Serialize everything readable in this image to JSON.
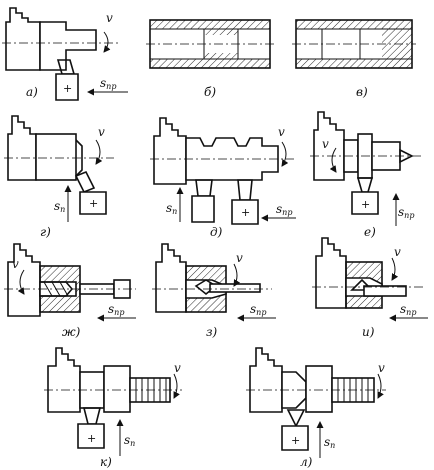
{
  "panels": [
    {
      "id": "a",
      "caption": "а)",
      "speed": "v",
      "feed": "s",
      "feed_sub": "пр"
    },
    {
      "id": "b",
      "caption": "б)"
    },
    {
      "id": "v",
      "caption": "в)"
    },
    {
      "id": "g",
      "caption": "г)",
      "speed": "v",
      "feed": "s",
      "feed_sub": "п"
    },
    {
      "id": "d",
      "caption": "д)",
      "speed": "v",
      "feed": "s",
      "feed_sub": "п",
      "feed2": "s",
      "feed2_sub": "пр"
    },
    {
      "id": "e",
      "caption": "е)",
      "speed": "v",
      "feed": "s",
      "feed_sub": "пр"
    },
    {
      "id": "zh",
      "caption": "ж)",
      "speed": "v",
      "feed": "s",
      "feed_sub": "пр"
    },
    {
      "id": "z",
      "caption": "з)",
      "speed": "v",
      "feed": "s",
      "feed_sub": "пр"
    },
    {
      "id": "i",
      "caption": "и)",
      "speed": "v",
      "feed": "s",
      "feed_sub": "пр"
    },
    {
      "id": "k",
      "caption": "к)",
      "speed": "v",
      "feed": "s",
      "feed_sub": "п"
    },
    {
      "id": "l",
      "caption": "л)",
      "speed": "v",
      "feed": "s",
      "feed_sub": "п"
    }
  ],
  "tool_marker": "+"
}
